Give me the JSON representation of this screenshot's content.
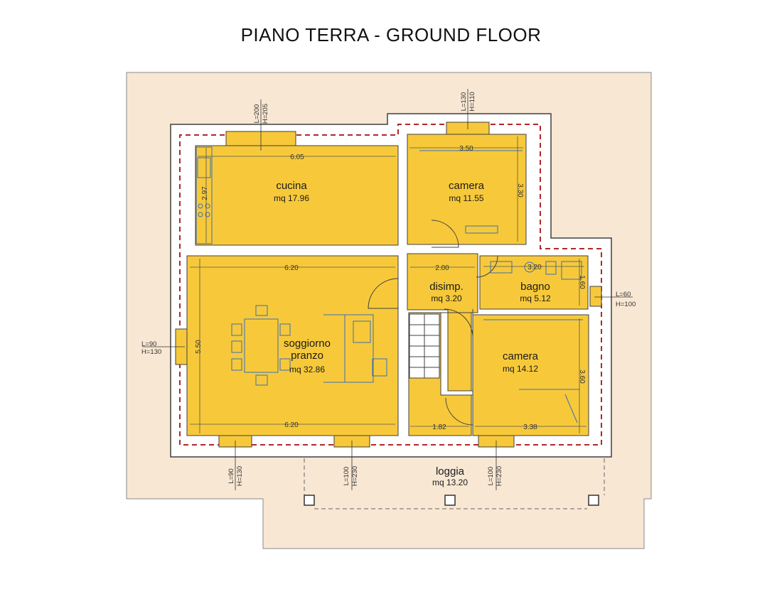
{
  "title": "PIANO TERRA - GROUND FLOOR",
  "colors": {
    "floor": "#F7C93A",
    "wall": "#FFFFFF",
    "outline": "#404040",
    "terrace": "#F8E7D3",
    "insulation_line": "#B0282A",
    "fixtures": "#3B6FB5"
  },
  "rooms": [
    {
      "id": "cucina",
      "name": "cucina",
      "area": "mq 17.96"
    },
    {
      "id": "camera1",
      "name": "camera",
      "area": "mq 11.55"
    },
    {
      "id": "disimpegno",
      "name": "disimp.",
      "area": "mq 3.20"
    },
    {
      "id": "bagno",
      "name": "bagno",
      "area": "mq 5.12"
    },
    {
      "id": "soggiorno",
      "name_line1": "soggiorno",
      "name_line2": "pranzo",
      "area": "mq 32.86"
    },
    {
      "id": "camera2",
      "name": "camera",
      "area": "mq 14.12"
    },
    {
      "id": "loggia",
      "name": "loggia",
      "area": "mq 13.20"
    }
  ],
  "dimensions": {
    "cucina_width": "6.05",
    "cucina_depth": "2.97",
    "camera1_width": "3.50",
    "camera1_depth": "3.30",
    "soggiorno_width_top": "6.20",
    "soggiorno_width_bottom": "6.20",
    "soggiorno_depth": "5.50",
    "disimpegno_width": "2.00",
    "bagno_width": "3.20",
    "bagno_depth": "1.60",
    "camera2_depth": "3.60",
    "stair_width": "1.82",
    "camera2_width": "3.38"
  },
  "windows": [
    {
      "id": "win-cucina",
      "l": "L=200",
      "h": "H=205"
    },
    {
      "id": "win-camera1",
      "l": "L=130",
      "h": "H=110"
    },
    {
      "id": "win-bagno",
      "l": "L=60",
      "h": "H=100"
    },
    {
      "id": "win-soggiorno-side",
      "l": "L=90",
      "h": "H=130"
    },
    {
      "id": "win-soggiorno-bottom-1",
      "l": "L=90",
      "h": "H=130"
    },
    {
      "id": "win-soggiorno-bottom-2",
      "l": "L=100",
      "h": "H=230"
    },
    {
      "id": "win-camera2-bottom",
      "l": "L=100",
      "h": "H=230"
    }
  ]
}
